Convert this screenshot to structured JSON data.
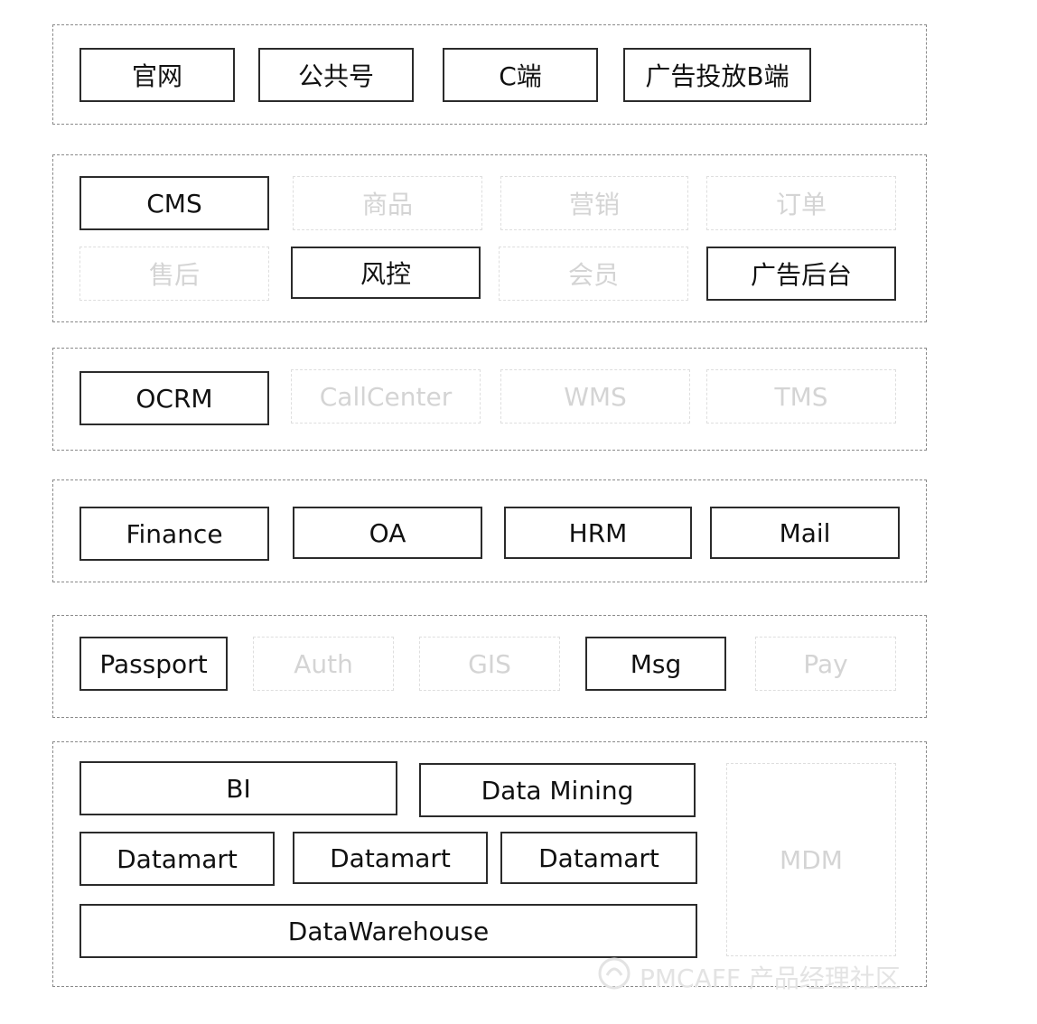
{
  "layers": [
    {
      "boxes": [
        {
          "label": "官网",
          "active": true
        },
        {
          "label": "公共号",
          "active": true
        },
        {
          "label": "C端",
          "active": true
        },
        {
          "label": "广告投放B端",
          "active": true
        }
      ]
    },
    {
      "boxes": [
        {
          "label": "CMS",
          "active": true
        },
        {
          "label": "商品",
          "active": false
        },
        {
          "label": "营销",
          "active": false
        },
        {
          "label": "订单",
          "active": false
        },
        {
          "label": "售后",
          "active": false
        },
        {
          "label": "风控",
          "active": true
        },
        {
          "label": "会员",
          "active": false
        },
        {
          "label": "广告后台",
          "active": true
        }
      ]
    },
    {
      "boxes": [
        {
          "label": "OCRM",
          "active": true
        },
        {
          "label": "CallCenter",
          "active": false
        },
        {
          "label": "WMS",
          "active": false
        },
        {
          "label": "TMS",
          "active": false
        }
      ]
    },
    {
      "boxes": [
        {
          "label": "Finance",
          "active": true
        },
        {
          "label": "OA",
          "active": true
        },
        {
          "label": "HRM",
          "active": true
        },
        {
          "label": "Mail",
          "active": true
        }
      ]
    },
    {
      "boxes": [
        {
          "label": "Passport",
          "active": true
        },
        {
          "label": "Auth",
          "active": false
        },
        {
          "label": "GIS",
          "active": false
        },
        {
          "label": "Msg",
          "active": true
        },
        {
          "label": "Pay",
          "active": false
        }
      ]
    },
    {
      "boxes": [
        {
          "label": "BI",
          "active": true
        },
        {
          "label": "Data Mining",
          "active": true
        },
        {
          "label": "Datamart",
          "active": true
        },
        {
          "label": "Datamart",
          "active": true
        },
        {
          "label": "Datamart",
          "active": true
        },
        {
          "label": "DataWarehouse",
          "active": true
        },
        {
          "label": "MDM",
          "active": false
        }
      ]
    }
  ],
  "watermark": {
    "text": "PMCAFF 产品经理社区",
    "icon": "pmcaff-logo-icon"
  }
}
